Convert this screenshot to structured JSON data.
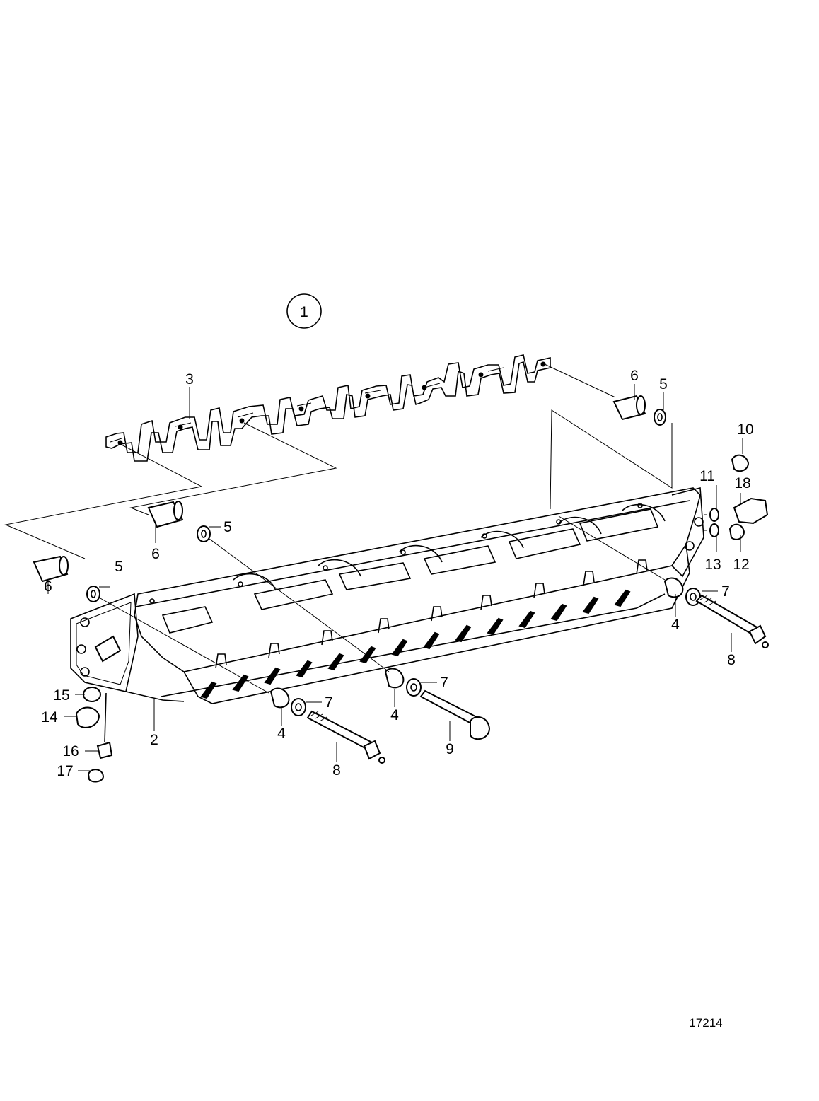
{
  "diagram": {
    "assembly_callout": "1",
    "reference_number": "17214",
    "part_labels": [
      {
        "id": "lbl-3",
        "text": "3"
      },
      {
        "id": "lbl-6-top",
        "text": "6"
      },
      {
        "id": "lbl-5-top",
        "text": "5"
      },
      {
        "id": "lbl-10",
        "text": "10"
      },
      {
        "id": "lbl-11",
        "text": "11"
      },
      {
        "id": "lbl-18",
        "text": "18"
      },
      {
        "id": "lbl-13",
        "text": "13"
      },
      {
        "id": "lbl-12",
        "text": "12"
      },
      {
        "id": "lbl-6-mid",
        "text": "6"
      },
      {
        "id": "lbl-5-mid",
        "text": "5"
      },
      {
        "id": "lbl-6-left",
        "text": "6"
      },
      {
        "id": "lbl-5-left",
        "text": "5"
      },
      {
        "id": "lbl-7-right",
        "text": "7"
      },
      {
        "id": "lbl-4-right",
        "text": "4"
      },
      {
        "id": "lbl-8-right",
        "text": "8"
      },
      {
        "id": "lbl-7-center",
        "text": "7"
      },
      {
        "id": "lbl-4-center",
        "text": "4"
      },
      {
        "id": "lbl-9",
        "text": "9"
      },
      {
        "id": "lbl-7-left",
        "text": "7"
      },
      {
        "id": "lbl-4-left",
        "text": "4"
      },
      {
        "id": "lbl-8-left",
        "text": "8"
      },
      {
        "id": "lbl-2",
        "text": "2"
      },
      {
        "id": "lbl-15",
        "text": "15"
      },
      {
        "id": "lbl-14",
        "text": "14"
      },
      {
        "id": "lbl-16",
        "text": "16"
      },
      {
        "id": "lbl-17",
        "text": "17"
      }
    ]
  }
}
